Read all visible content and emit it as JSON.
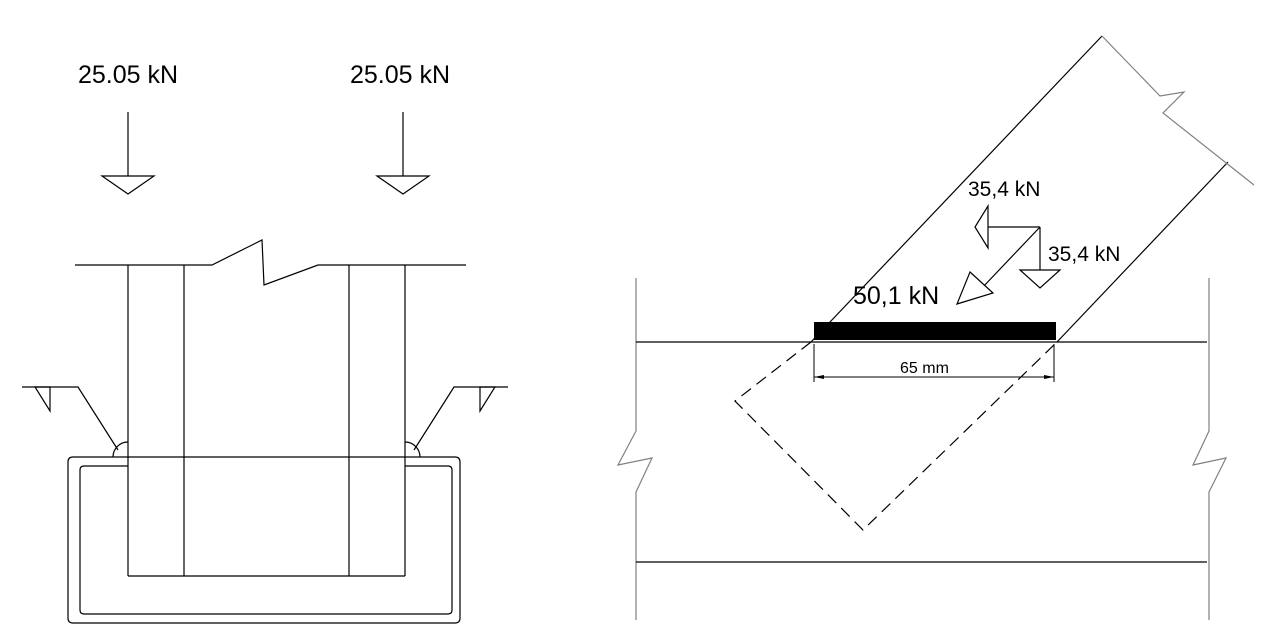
{
  "left_detail": {
    "load_left": "25.05 kN",
    "load_right": "25.05 kN"
  },
  "right_detail": {
    "force_horizontal": "35,4 kN",
    "force_vertical": "35,4 kN",
    "force_resultant": "50,1 kN",
    "bearing_length": "65 mm"
  }
}
